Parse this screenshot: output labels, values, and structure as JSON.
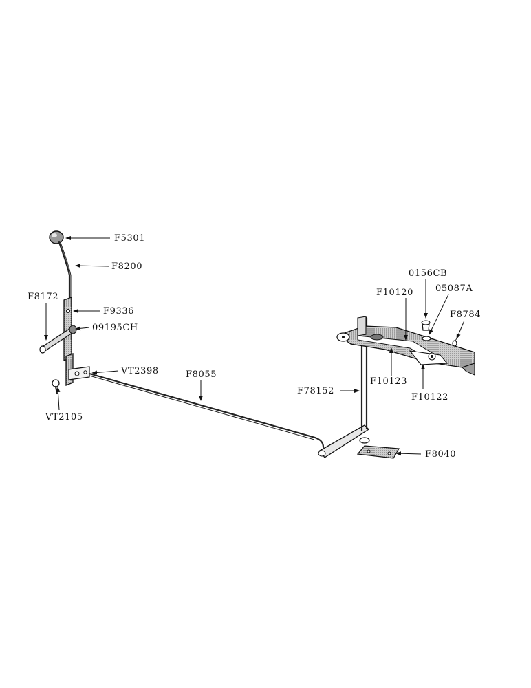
{
  "labels": {
    "F5301": "F5301",
    "F8200": "F8200",
    "F8172": "F8172",
    "F9336": "F9336",
    "09195CH": "09195CH",
    "VT2398": "VT2398",
    "VT2105": "VT2105",
    "F8055": "F8055",
    "0156CB": "0156CB",
    "05087A": "05087A",
    "F10120": "F10120",
    "F8784": "F8784",
    "F78152": "F78152",
    "F10123": "F10123",
    "F10122": "F10122",
    "F8040": "F8040"
  }
}
